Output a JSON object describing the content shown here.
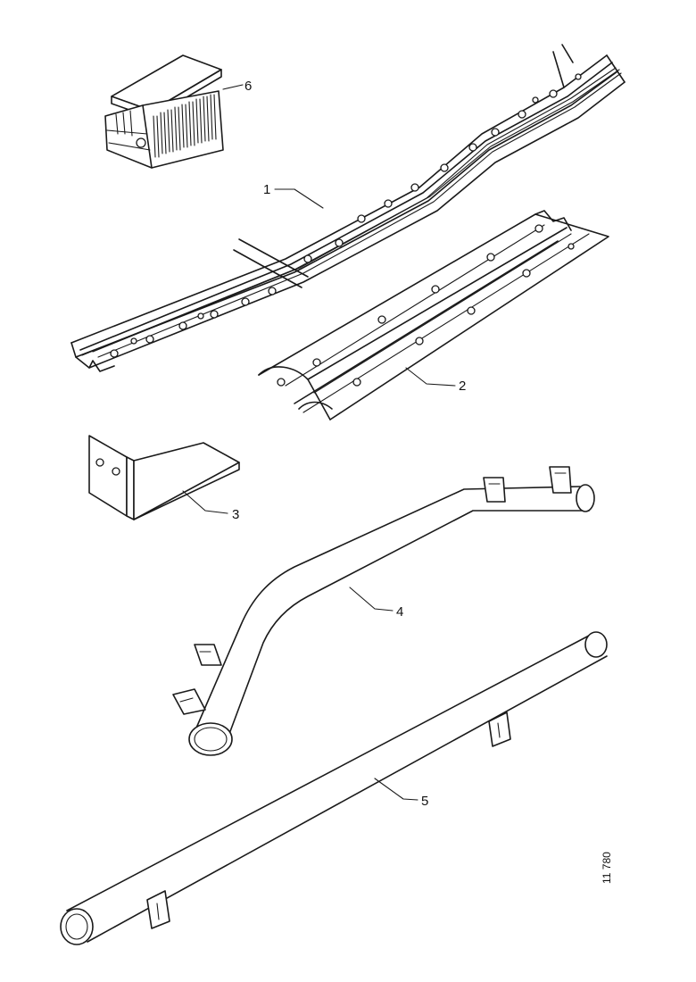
{
  "labels": {
    "part1": "1",
    "part2": "2",
    "part3": "3",
    "part4": "4",
    "part5": "5",
    "part6": "6"
  },
  "reference": "11 780",
  "colors": {
    "ink": "#1a1a1a",
    "paper": "#ffffff"
  }
}
